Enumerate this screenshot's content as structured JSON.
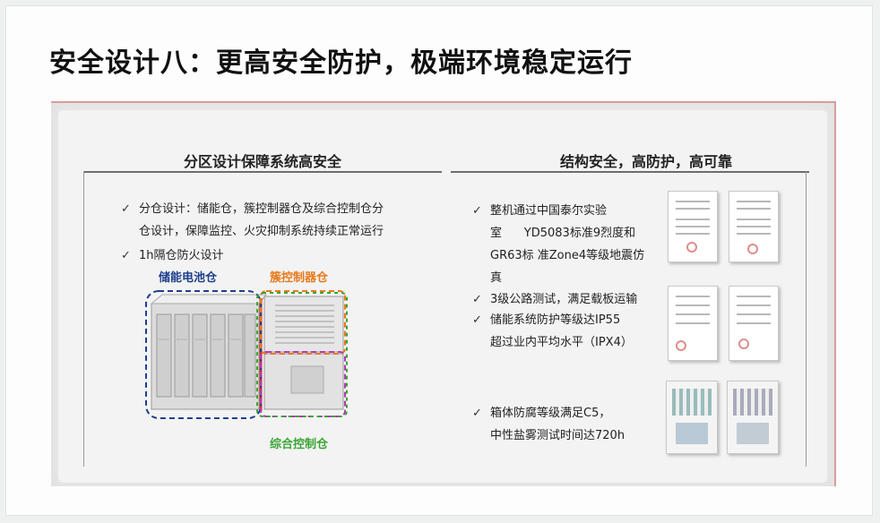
{
  "title": "安全设计八：更高安全防护，极端环境稳定运行",
  "left": {
    "heading": "分区设计保障系统高安全",
    "items": [
      {
        "line1": "分仓设计：储能仓，簇控制器仓及综合控制仓分",
        "line2": "仓设计，保障监控、火灾抑制系统持续正常运行"
      },
      {
        "line1": "1h隔仓防火设计"
      }
    ],
    "labels": {
      "battery": "储能电池仓",
      "cluster": "簇控制器仓",
      "integrated": "综合控制仓"
    },
    "colors": {
      "battery": "#1d3f8c",
      "cluster": "#e8791c",
      "integrated": "#3aa535"
    }
  },
  "right": {
    "heading": "结构安全，高防护，高可靠",
    "items": [
      {
        "lines": [
          "整机通过中国泰尔实验",
          "室      YD5083标准9烈度和",
          "GR63标 准Zone4等级地震仿",
          "真"
        ]
      },
      {
        "lines": [
          "3级公路测试，满足载板运输"
        ]
      },
      {
        "lines": [
          "储能系统防护等级达IP55",
          "超过业内平均水平（IPX4）"
        ]
      },
      {
        "lines": [
          "箱体防腐等级满足C5，",
          "中性盐雾测试时间达720h"
        ]
      }
    ]
  },
  "icons": {
    "check": "✓"
  }
}
